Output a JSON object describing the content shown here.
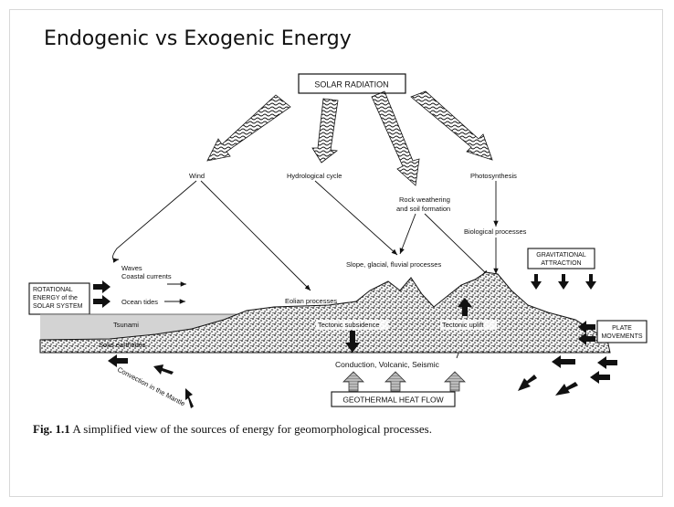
{
  "slide": {
    "title": "Endogenic vs Exogenic Energy"
  },
  "diagram": {
    "boxes": {
      "solar": "SOLAR RADIATION",
      "rotational": [
        "ROTATIONAL",
        "ENERGY of the",
        "SOLAR SYSTEM"
      ],
      "gravitational": [
        "GRAVITATIONAL",
        "ATTRACTION"
      ],
      "plate": [
        "PLATE",
        "MOVEMENTS"
      ],
      "geothermal": "GEOTHERMAL  HEAT  FLOW"
    },
    "labels": {
      "wind": "Wind",
      "hydrological": "Hydrological cycle",
      "photosynthesis": "Photosynthesis",
      "rock_weathering": [
        "Rock weathering",
        "and soil formation"
      ],
      "biological": "Biological processes",
      "slope": "Slope, glacial, fluvial processes",
      "waves": [
        "Waves",
        "Coastal currents"
      ],
      "ocean_tides": "Ocean tides",
      "eolian": "Eolian processes",
      "tsunami": "Tsunami",
      "solid_earthtides": "Solid earthtides",
      "tectonic_subsidence": "Tectonic subsidence",
      "tectonic_uplift": "Tectonic uplift",
      "conduction": "Conduction,  Volcanic,  Seismic",
      "convection": "Convection in the Mantle"
    },
    "caption": {
      "figure_label": "Fig. 1.1",
      "text": " A simplified view of the sources of energy for geomorphological processes."
    }
  }
}
